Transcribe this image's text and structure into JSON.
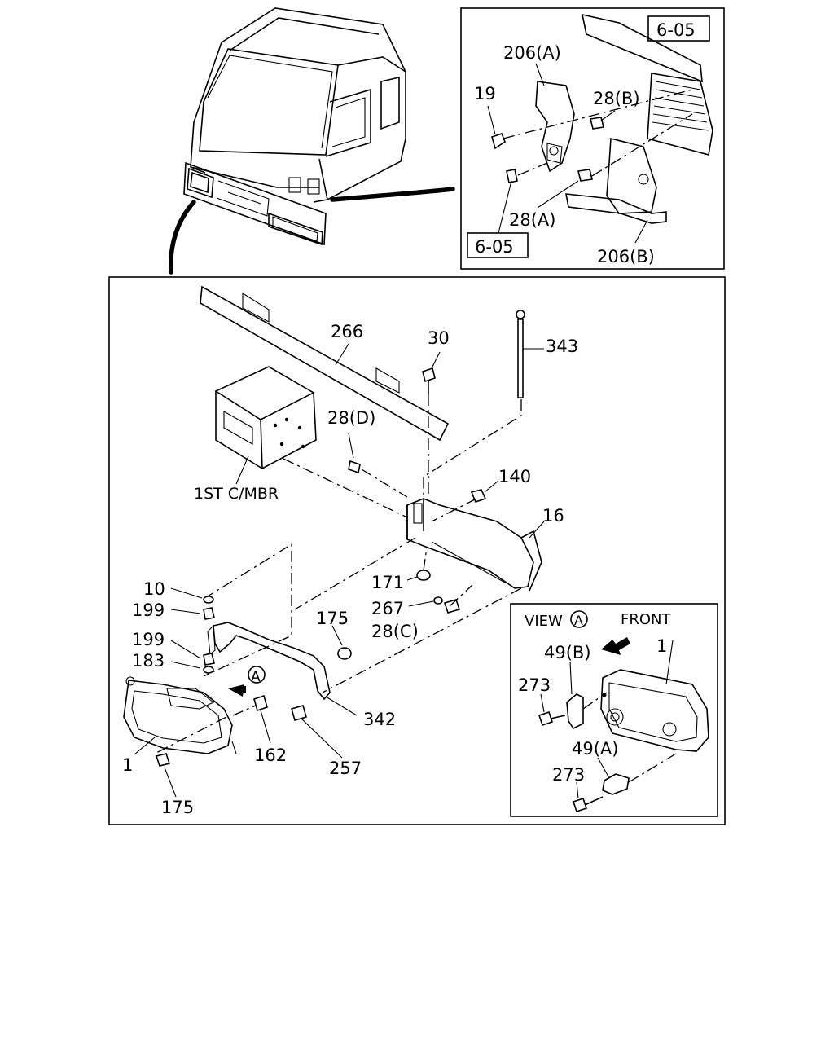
{
  "callouts": {
    "c206a": "206(A)",
    "c19": "19",
    "c28b": "28(B)",
    "c28a": "28(A)",
    "c206b": "206(B)",
    "c266": "266",
    "c30": "30",
    "c343": "343",
    "c28d": "28(D)",
    "c140": "140",
    "c16": "16",
    "c1stcmbr": "1ST C/MBR",
    "c10": "10",
    "c199a": "199",
    "c199b": "199",
    "c183": "183",
    "c171": "171",
    "c267": "267",
    "c28c": "28(C)",
    "c175a": "175",
    "c175b": "175",
    "c162": "162",
    "c257": "257",
    "c342": "342",
    "c1a": "1",
    "c1b": "1",
    "c49b": "49(B)",
    "c49a": "49(A)",
    "c273a": "273",
    "c273b": "273"
  },
  "refs": {
    "ref_top": "6-05",
    "ref_bottom": "6-05"
  },
  "view_a": {
    "view_label": "VIEW",
    "view_letter": "A",
    "front_label": "FRONT"
  },
  "arrow_marker": "A"
}
